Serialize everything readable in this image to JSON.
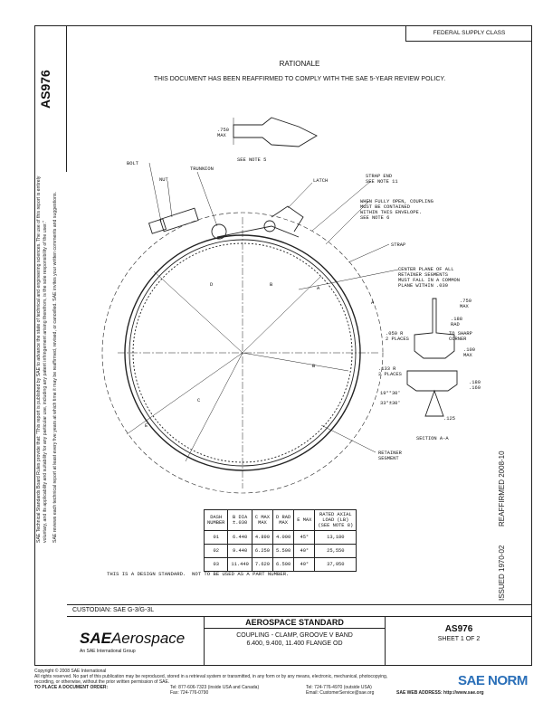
{
  "header": {
    "federal_supply_class": "FEDERAL SUPPLY CLASS",
    "doc_id_vertical": "AS976"
  },
  "rationale": {
    "title": "RATIONALE",
    "text": "THIS DOCUMENT HAS BEEN REAFFIRMED TO COMPLY WITH THE SAE 5-YEAR REVIEW POLICY."
  },
  "left_disclaimer": [
    "SAE Technical Standards Board Rules provide that: \"This report is published by SAE to advance the state of technical and engineering sciences. The use of this report is entirely",
    "voluntary, and its applicability and suitability for any particular use, including any patent infringement arising therefrom, is the sole responsibility of the user.\"",
    "SAE reviews each technical report at least every five years at which time it may be reaffirmed, revised, or cancelled. SAE invites your written comments and suggestions."
  ],
  "right_vertical": {
    "reaffirmed": "REAFFIRMED 2008-10",
    "issued": "ISSUED 1970-02"
  },
  "drawing": {
    "bolt": "BOLT",
    "nut": "NUT",
    "trunnion": "TRUNNION",
    "latch": "LATCH",
    "strap_end": "STRAP END\nSEE NOTE 11",
    "when_fully_open": "WHEN FULLY OPEN, COUPLING\nMUST BE CONTAINED\nWITHIN THIS ENVELOPE.\nSEE NOTE 6",
    "strap": "STRAP",
    "center_plane": "CENTER PLANE OF ALL\nRETAINER SEGMENTS\nMUST FALL IN A COMMON\nPLANE WITHIN .030",
    "max_750_top": ".750\nMAX",
    "see_note_5": "SEE NOTE 5",
    "max_750_right": ".750\nMAX",
    "dim_188": ".188\nRAD",
    "to_sharp_corner": "TO SHARP\nCORNER",
    "dim_100": ".100\nMAX",
    "dim_050": ".050 R\n2 PLACES",
    "dim_133": ".133 R\n2 PLACES",
    "angle_1": "19°°30'",
    "angle_2": "33°±30'",
    "dim_180": ".180\n.160",
    "dim_125": ".125",
    "section": "SECTION A-A",
    "retainer_segment": "RETAINER\nSEGMENT",
    "label_a1": "A",
    "label_a2": "A",
    "label_b1": "B",
    "label_b2": "B",
    "label_c": "C",
    "label_d": "D",
    "label_e": "E"
  },
  "table": {
    "headers": [
      "DASH\nNUMBER",
      "B DIA\n±.030",
      "C MAX\nMAX",
      "D RAD\nMAX",
      "E MAX",
      "RATED AXIAL\nLOAD (LB)\n(SEE NOTE 8)"
    ],
    "rows": [
      [
        "01",
        "6.440",
        "4.890",
        "4.000",
        "45°",
        "13,180"
      ],
      [
        "02",
        "9.440",
        "6.250",
        "5.500",
        "40°",
        "25,550"
      ],
      [
        "03",
        "11.440",
        "7.620",
        "6.500",
        "40°",
        "37,950"
      ]
    ]
  },
  "design_note": "THIS IS A DESIGN STANDARD.  NOT TO BE USED AS A PART NUMBER.",
  "title_block": {
    "custodian": "CUSTODIAN:  SAE G-3/G-3L",
    "logo_bold": "SAE",
    "logo_rest": "Aerospace",
    "logo_sub": "An SAE International Group",
    "standard_label": "AEROSPACE STANDARD",
    "title_line1": "COUPLING - CLAMP, GROOVE V BAND",
    "title_line2": "6.400, 9.400, 11.400 FLANGE OD",
    "doc_number": "AS976",
    "sheet": "SHEET 1 OF 2"
  },
  "footer": {
    "copyright": "Copyright © 2008 SAE International",
    "rights": "All rights reserved. No part of this publication may be reproduced, stored in a retrieval system or transmitted, in any form or by any means, electronic, mechanical, photocopying,",
    "rights2": "recording, or otherwise, without the prior written permission of SAE.",
    "order_label": "TO PLACE A DOCUMENT ORDER:",
    "tel1": "Tel:  877-606-7323 (inside USA and Canada)",
    "tel2": "Tel:  724-776-4970 (outside USA)",
    "fax": "Fax:  724-776-0790",
    "email": "Email:  CustomerService@sae.org",
    "web": "SAE WEB ADDRESS:  http://www.sae.org"
  },
  "watermark": {
    "main": "SAE NORM",
    "sub": "SAE NORM"
  }
}
